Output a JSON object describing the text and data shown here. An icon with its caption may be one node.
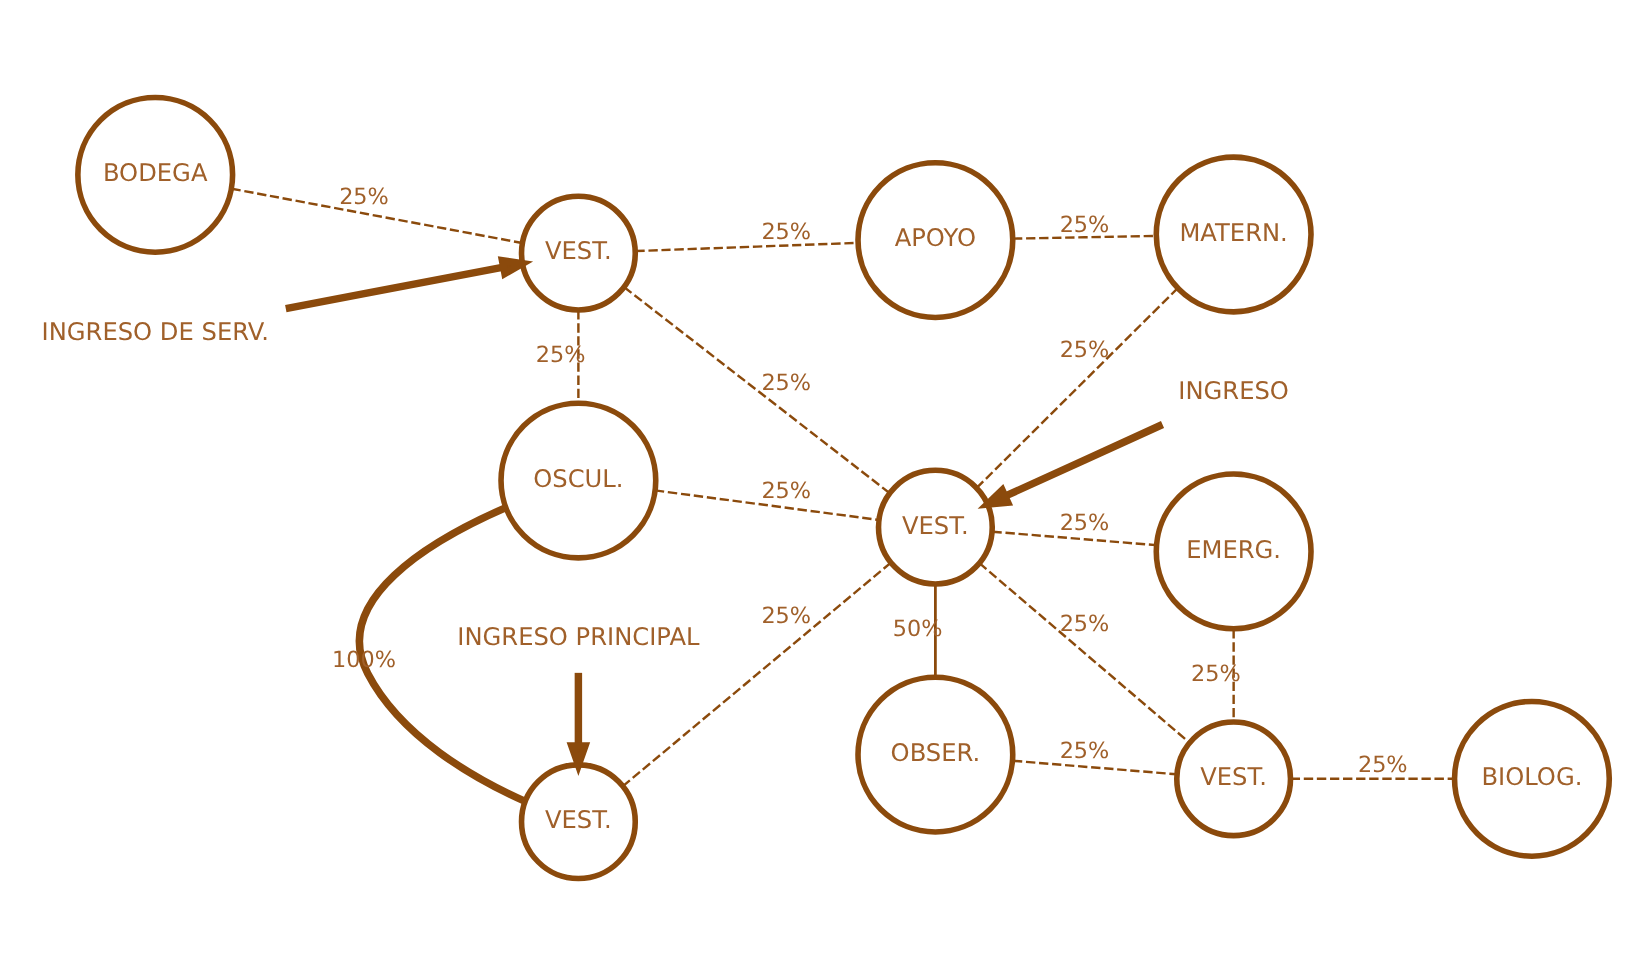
{
  "diagram": {
    "nodes": [
      {
        "text": [
          "BODEGA"
        ]
      },
      {
        "text": [
          "VEST."
        ]
      },
      {
        "text": [
          "APOYO"
        ]
      },
      {
        "text": [
          "MATERN."
        ]
      },
      {
        "text": [
          "OSCUL."
        ]
      },
      {
        "text": [
          "VEST."
        ]
      },
      {
        "text": [
          "EMERG."
        ]
      },
      {
        "text": [
          "VEST."
        ]
      },
      {
        "text": [
          "OBSER."
        ]
      },
      {
        "text": [
          "VEST."
        ]
      },
      {
        "text": [
          "BIOLOG."
        ]
      },
      {
        "text": [
          "INGRESO DE SERV."
        ]
      },
      {
        "text": [
          "INGRESO"
        ]
      },
      {
        "text": [
          "INGRESO PRINCIPAL"
        ]
      }
    ],
    "edges": [
      {
        "from": 0,
        "to": 1,
        "arrow": "none",
        "label": "25%",
        "style": "dashed"
      },
      {
        "from": 1,
        "to": 2,
        "arrow": "none",
        "label": "25%",
        "style": "dashed"
      },
      {
        "from": 2,
        "to": 3,
        "arrow": "none",
        "label": "25%",
        "style": "dashed"
      },
      {
        "from": 1,
        "to": 4,
        "arrow": "none",
        "label": "25%",
        "style": "dashed"
      },
      {
        "from": 1,
        "to": 5,
        "arrow": "none",
        "label": "25%",
        "style": "dashed"
      },
      {
        "from": 3,
        "to": 5,
        "arrow": "none",
        "label": "25%",
        "style": "dashed"
      },
      {
        "from": 4,
        "to": 5,
        "arrow": "none",
        "label": "25%",
        "style": "dashed"
      },
      {
        "from": 5,
        "to": 6,
        "arrow": "none",
        "label": "25%",
        "style": "dashed"
      },
      {
        "from": 4,
        "to": 7,
        "arrow": "none",
        "label": "100%",
        "style": "thick"
      },
      {
        "from": 7,
        "to": 5,
        "arrow": "none",
        "label": "25%",
        "style": "dashed"
      },
      {
        "from": 5,
        "to": 8,
        "arrow": "none",
        "label": "50%"
      },
      {
        "from": 5,
        "to": 9,
        "arrow": "none",
        "label": "25%",
        "style": "dashed"
      },
      {
        "from": 6,
        "to": 9,
        "arrow": "none",
        "label": "25%",
        "style": "dashed"
      },
      {
        "from": 8,
        "to": 9,
        "arrow": "none",
        "label": "25%",
        "style": "dashed"
      },
      {
        "from": 9,
        "to": 10,
        "arrow": "none",
        "label": "25%",
        "style": "dashed"
      },
      {
        "from": 11,
        "to": 1,
        "arrow": "to",
        "style": "thick"
      },
      {
        "from": 12,
        "to": 5,
        "arrow": "to",
        "style": "thick"
      },
      {
        "from": 13,
        "to": 7,
        "arrow": "to",
        "style": "thick"
      }
    ]
  }
}
